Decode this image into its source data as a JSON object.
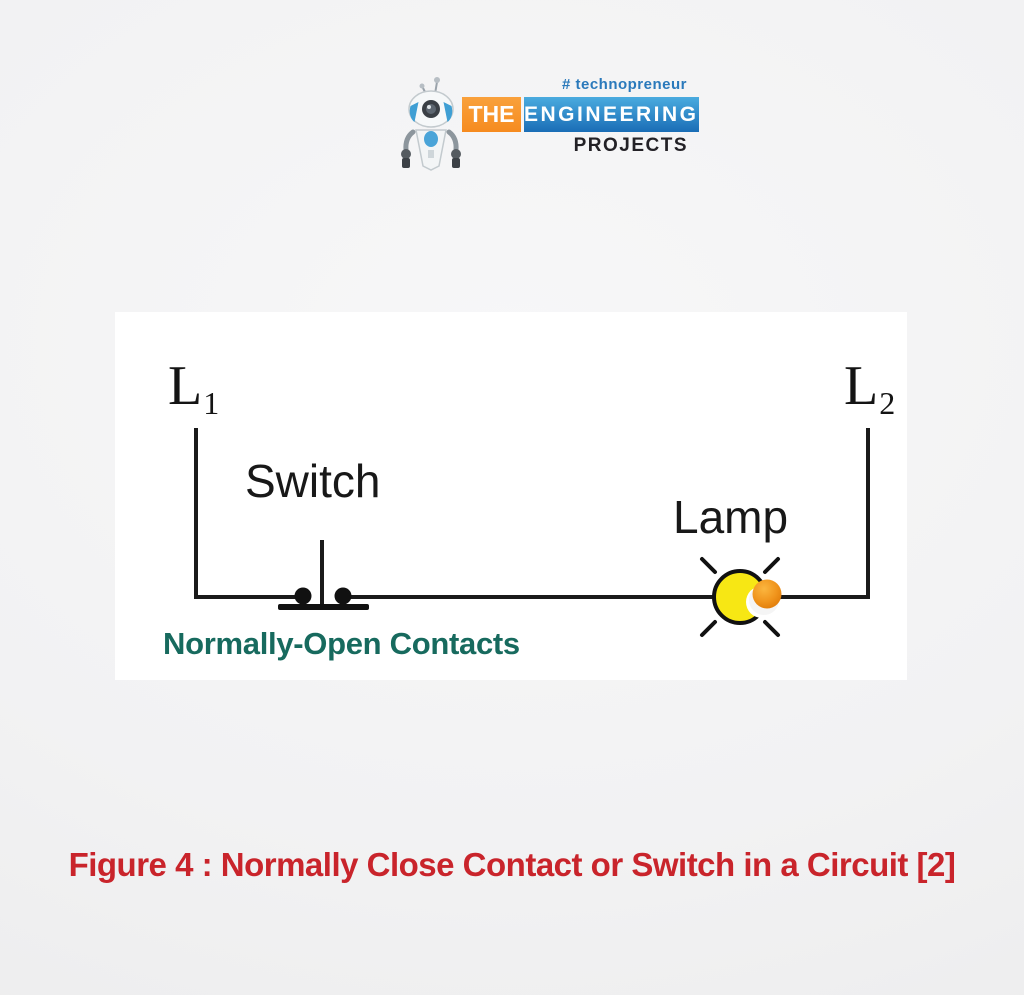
{
  "logo": {
    "tagline": "# technopreneur",
    "brand_the": "THE",
    "brand_engineering": "ENGINEERING",
    "brand_projects": "PROJECTS",
    "colors": {
      "tagline_blue": "#2a79bb",
      "the_orange": "#f68b1f",
      "engineering_blue_top": "#4aabdf",
      "engineering_blue_bottom": "#1a6db6",
      "projects_dark": "#232126"
    }
  },
  "diagram": {
    "l1_main": "L",
    "l1_sub": "1",
    "l2_main": "L",
    "l2_sub": "2",
    "switch_label": "Switch",
    "lamp_label": "Lamp",
    "contacts_label": "Normally-Open Contacts",
    "colors": {
      "panel_background": "#ffffff",
      "wire_black": "#1a1a1a",
      "contacts_teal": "#176a5e",
      "lamp_yellow": "#f7e714",
      "lamp_orange": "#ee8b11"
    }
  },
  "caption": {
    "text": "Figure 4 : Normally Close Contact or Switch in a Circuit [2]",
    "color": "#c9242b"
  }
}
